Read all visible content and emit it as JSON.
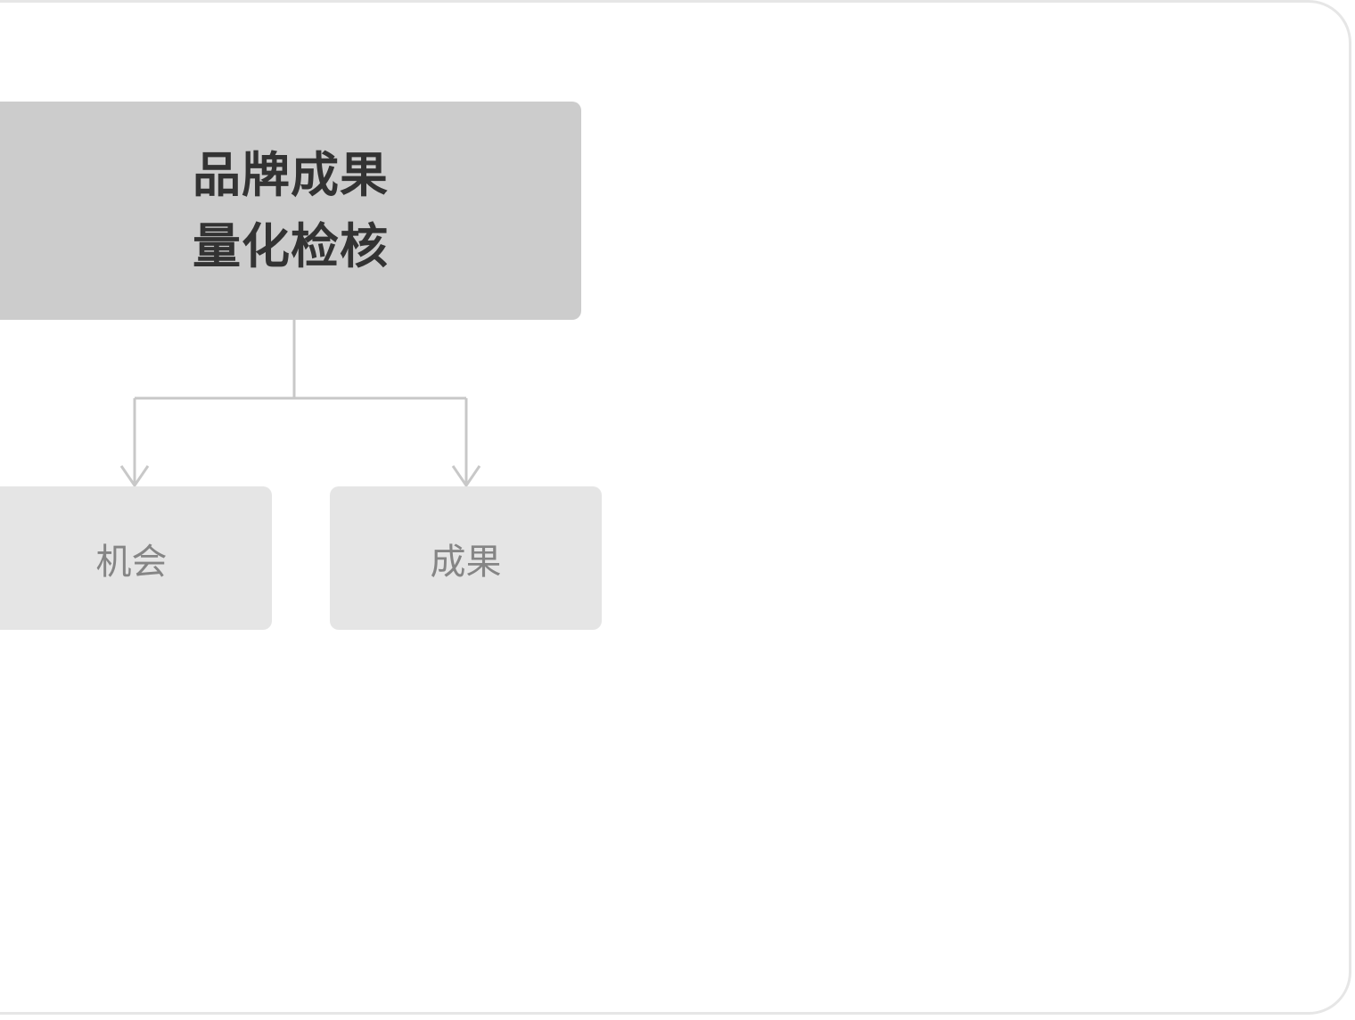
{
  "diagram": {
    "root": {
      "line1": "品牌成果",
      "line2": "量化检核"
    },
    "children": [
      {
        "label": "机会"
      },
      {
        "label": "成果"
      }
    ]
  },
  "colors": {
    "root_fill": "#cccccc",
    "child_fill": "#e5e5e5",
    "connector": "#c8c8c8",
    "frame_border": "#e6e6e6",
    "root_text": "#333333",
    "child_text": "#858585"
  }
}
